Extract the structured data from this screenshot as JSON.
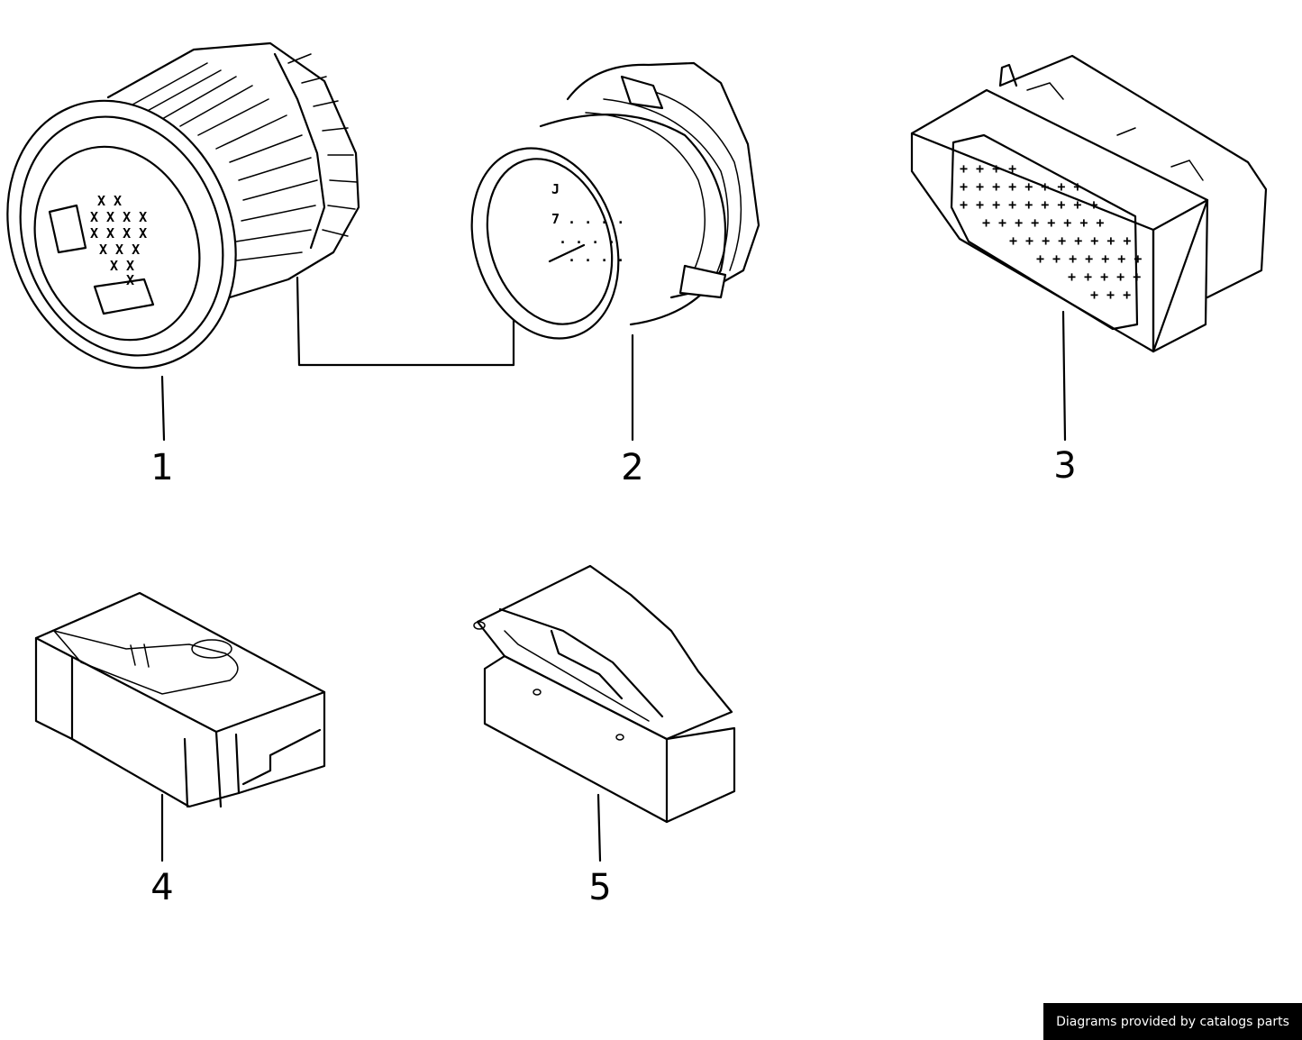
{
  "callouts": [
    "1",
    "2",
    "3",
    "4",
    "5"
  ],
  "credit": "Diagrams provided by catalogs parts",
  "colors": {
    "line": "#000000",
    "background": "#ffffff",
    "banner": "#000000",
    "banner_text": "#ffffff"
  },
  "icons": [
    "round-connector-housing-icon",
    "round-connector-plug-icon",
    "rectangular-multipin-connector-icon",
    "flat-connector-icon",
    "box-connector-icon"
  ]
}
